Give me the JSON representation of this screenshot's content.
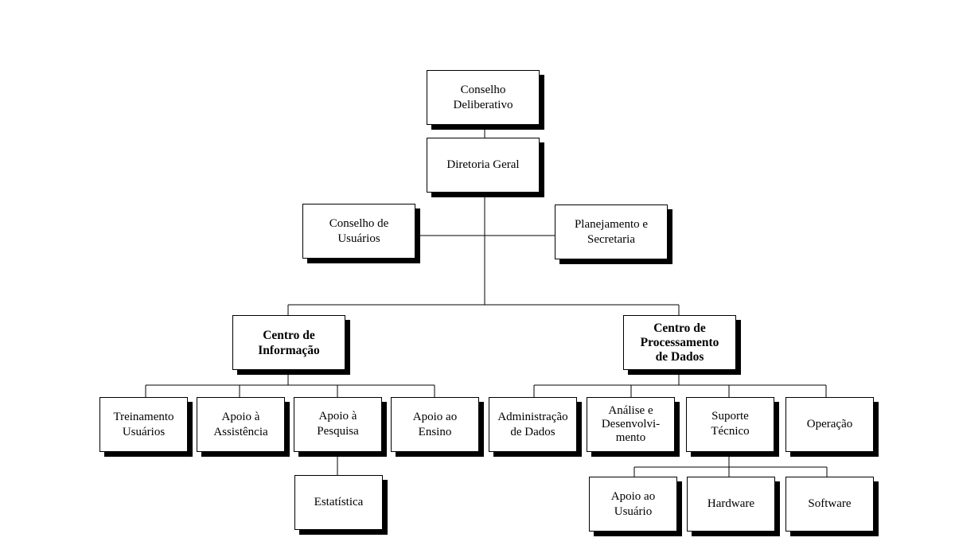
{
  "nodes": {
    "conselho_deliberativo": "Conselho\nDeliberativo",
    "diretoria_geral": "Diretoria Geral",
    "conselho_usuarios": "Conselho de\nUsuários",
    "planejamento": "Planejamento e\nSecretaria",
    "centro_informacao": "Centro de\nInformação",
    "centro_processamento": "Centro de\nProcessamento\nde Dados",
    "treinamento": "Treinamento\nUsuários",
    "apoio_assistencia": "Apoio à\nAssistência",
    "apoio_pesquisa": "Apoio à\nPesquisa",
    "apoio_ensino": "Apoio ao\nEnsino",
    "estatistica": "Estatística",
    "administracao_dados": "Administração\nde Dados",
    "analise": "Análise e\nDesenvolvi-\nmento",
    "suporte": "Suporte\nTécnico",
    "operacao": "Operação",
    "apoio_usuario": "Apoio ao\nUsuário",
    "hardware": "Hardware",
    "software": "Software"
  }
}
